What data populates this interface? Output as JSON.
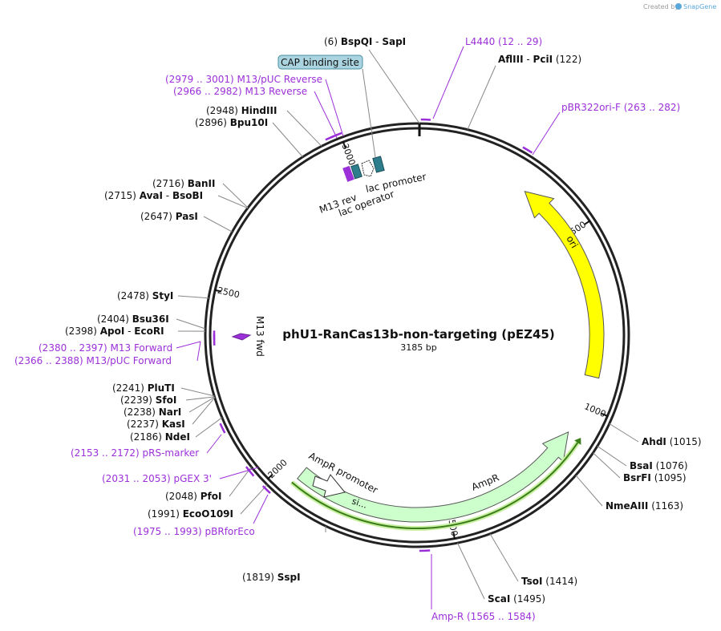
{
  "credit": {
    "created_by": "Created by",
    "app": "SnapGene"
  },
  "plasmid": {
    "name": "phU1-RanCas13b-non-targeting (pEZ45)",
    "length": "3185 bp"
  },
  "ticks": [
    {
      "pos": 500,
      "label": "500"
    },
    {
      "pos": 1000,
      "label": "1000"
    },
    {
      "pos": 1500,
      "label": "1500"
    },
    {
      "pos": 2000,
      "label": "2000"
    },
    {
      "pos": 2500,
      "label": "2500"
    },
    {
      "pos": 3000,
      "label": "3000"
    }
  ],
  "sites": [
    {
      "pos": 6,
      "name": "BspQI",
      "name2": "SapI",
      "coord": "(6)",
      "color": "#000000"
    },
    {
      "pos": 122,
      "name": "AflIII",
      "name2": "PciI",
      "coord": "(122)",
      "color": "#000000"
    },
    {
      "pos": 1015,
      "name": "AhdI",
      "coord": "(1015)",
      "color": "#000000"
    },
    {
      "pos": 1076,
      "name": "BsaI",
      "coord": "(1076)",
      "color": "#000000"
    },
    {
      "pos": 1095,
      "name": "BsrFI",
      "coord": "(1095)",
      "color": "#000000"
    },
    {
      "pos": 1163,
      "name": "NmeAIII",
      "coord": "(1163)",
      "color": "#000000"
    },
    {
      "pos": 1414,
      "name": "TsoI",
      "coord": "(1414)",
      "color": "#000000"
    },
    {
      "pos": 1495,
      "name": "ScaI",
      "coord": "(1495)",
      "color": "#000000"
    },
    {
      "pos": 1819,
      "name": "SspI",
      "coord": "(1819)",
      "color": "#000000"
    },
    {
      "pos": 1991,
      "name": "EcoO109I",
      "coord": "(1991)",
      "color": "#000000"
    },
    {
      "pos": 2048,
      "name": "PfoI",
      "coord": "(2048)",
      "color": "#000000"
    },
    {
      "pos": 2186,
      "name": "NdeI",
      "coord": "(2186)",
      "color": "#000000"
    },
    {
      "pos": 2237,
      "name": "KasI",
      "coord": "(2237)",
      "color": "#000000"
    },
    {
      "pos": 2238,
      "name": "NarI",
      "coord": "(2238)",
      "color": "#000000"
    },
    {
      "pos": 2239,
      "name": "SfoI",
      "coord": "(2239)",
      "color": "#000000"
    },
    {
      "pos": 2241,
      "name": "PluTI",
      "coord": "(2241)",
      "color": "#000000"
    },
    {
      "pos": 2398,
      "name": "ApoI",
      "name2": "EcoRI",
      "coord": "(2398)",
      "color": "#000000"
    },
    {
      "pos": 2404,
      "name": "Bsu36I",
      "coord": "(2404)",
      "color": "#000000"
    },
    {
      "pos": 2478,
      "name": "StyI",
      "coord": "(2478)",
      "color": "#000000"
    },
    {
      "pos": 2647,
      "name": "PasI",
      "coord": "(2647)",
      "color": "#000000"
    },
    {
      "pos": 2715,
      "name": "AvaI",
      "name2": "BsoBI",
      "coord": "(2715)",
      "color": "#000000"
    },
    {
      "pos": 2716,
      "name": "BanII",
      "coord": "(2716)",
      "color": "#000000"
    },
    {
      "pos": 2896,
      "name": "Bpu10I",
      "coord": "(2896)",
      "color": "#000000"
    },
    {
      "pos": 2948,
      "name": "HindIII",
      "coord": "(2948)",
      "color": "#000000"
    }
  ],
  "primers": [
    {
      "range": "(12 .. 29)",
      "name": "L4440",
      "start": 12,
      "end": 29
    },
    {
      "range": "(263 .. 282)",
      "name": "pBR322ori-F",
      "start": 263,
      "end": 282
    },
    {
      "range": "(1565 .. 1584)",
      "name": "Amp-R",
      "start": 1565,
      "end": 1584
    },
    {
      "range": "(1975 .. 1993)",
      "name": "pBRforEco",
      "start": 1975,
      "end": 1993
    },
    {
      "range": "(2031 .. 2053)",
      "name": "pGEX 3'",
      "start": 2031,
      "end": 2053
    },
    {
      "range": "(2153 .. 2172)",
      "name": "pRS-marker",
      "start": 2153,
      "end": 2172
    },
    {
      "range": "(2366 .. 2388)",
      "name": "M13/pUC Forward",
      "start": 2366,
      "end": 2388
    },
    {
      "range": "(2380 .. 2397)",
      "name": "M13 Forward",
      "start": 2380,
      "end": 2397
    },
    {
      "range": "(2966 .. 2982)",
      "name": "M13 Reverse",
      "start": 2966,
      "end": 2982
    },
    {
      "range": "(2979 .. 3001)",
      "name": "M13/pUC Reverse",
      "start": 2979,
      "end": 3001
    }
  ],
  "features": {
    "ori": {
      "label": "ori",
      "start": 326,
      "end": 914,
      "color": "#ffff00"
    },
    "ampr": {
      "label": "AmpR",
      "start": 1085,
      "end": 1945,
      "color": "#ccffcc"
    },
    "signal": {
      "label": "si...",
      "start": 1880,
      "end": 1945,
      "color": "#ccffcc"
    },
    "ampr_promoter": {
      "label": "AmpR promoter"
    },
    "cap": {
      "label": "CAP binding site"
    },
    "lac_promoter": {
      "label": "lac promoter"
    },
    "lac_operator": {
      "label": "lac operator"
    },
    "m13_rev": {
      "label": "M13 rev"
    },
    "m13_fwd": {
      "label": "M13 fwd"
    }
  },
  "colors": {
    "primer": "#9b30d9",
    "ori": "#ffff00",
    "ampr": "#ccffcc",
    "cap": "#aad4e0",
    "promoter": "#2e7d8c",
    "backbone": "#222222"
  }
}
